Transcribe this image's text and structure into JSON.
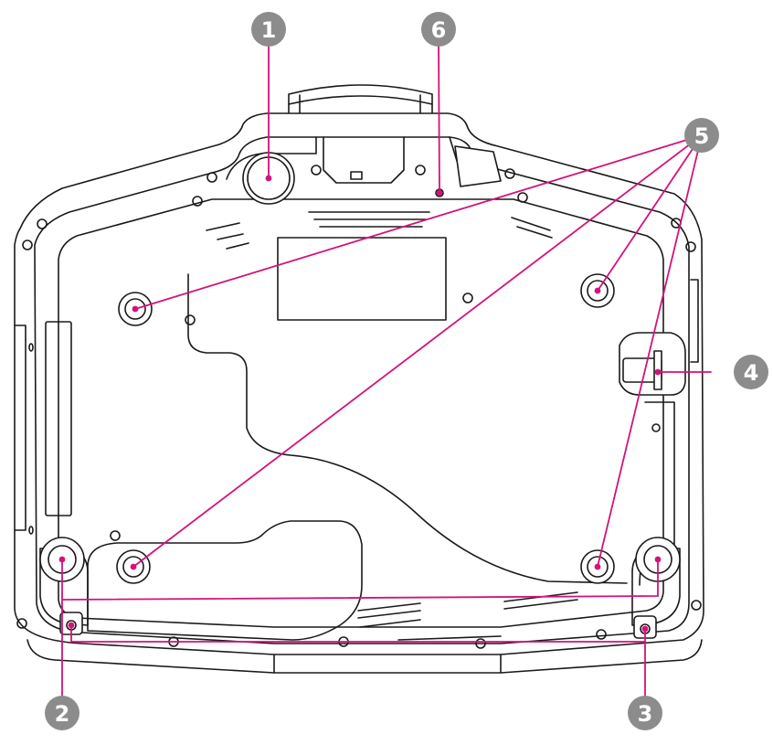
{
  "colors": {
    "outline": "#1a1a1a",
    "body_fill": "#ffffff",
    "callout_fill": "#8c8c8c",
    "callout_text": "#ffffff",
    "leader_line": "#d4127a"
  },
  "callouts": [
    {
      "number": "1",
      "target": "front-adjustable-foot"
    },
    {
      "number": "2",
      "target": "rear-feet"
    },
    {
      "number": "3",
      "target": "security-cable-holes"
    },
    {
      "number": "4",
      "target": "security-slot"
    },
    {
      "number": "5",
      "target": "ceiling-mount-fixing-points"
    },
    {
      "number": "6",
      "target": "front-foot-release-hole"
    }
  ]
}
